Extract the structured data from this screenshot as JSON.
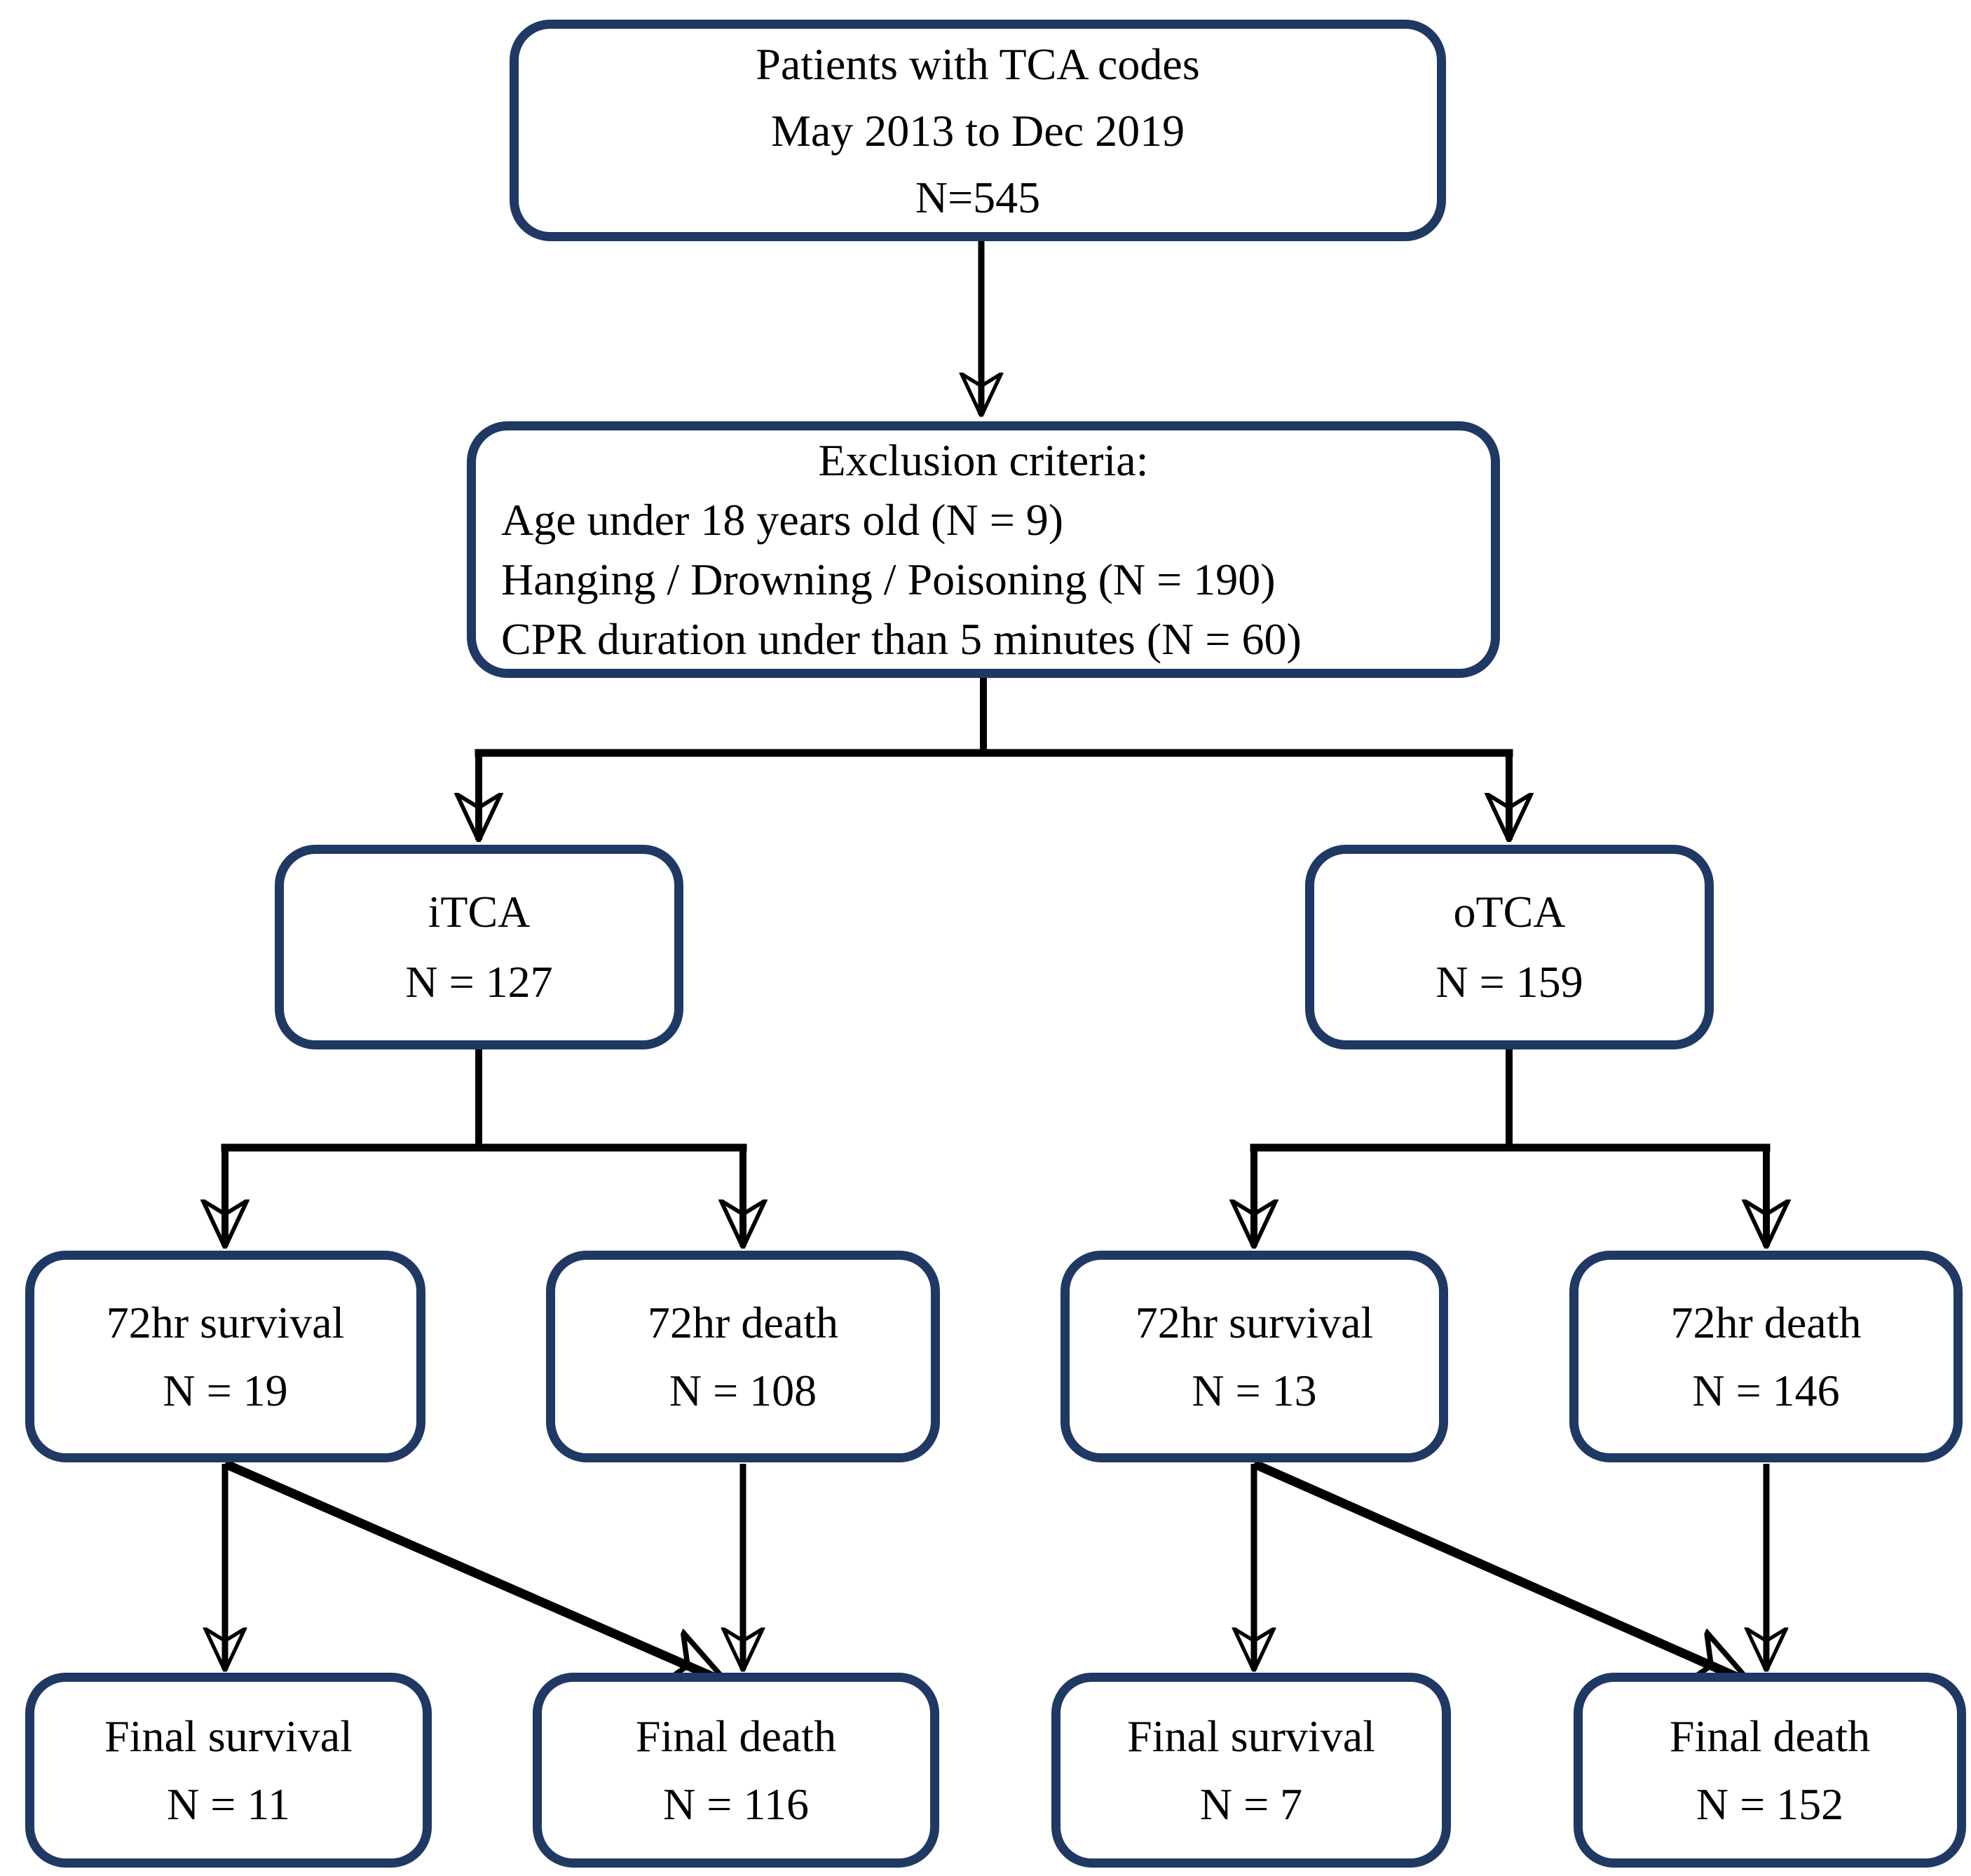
{
  "diagram": {
    "type": "flowchart",
    "box_border_color": "#1f3864",
    "arrow_color": "#000000",
    "nodes": {
      "source": {
        "lines": [
          "Patients with TCA codes",
          "May 2013 to Dec 2019",
          "N=545"
        ]
      },
      "exclusion": {
        "heading": "Exclusion criteria:",
        "items": [
          "Age under 18 years old (N = 9)",
          "Hanging / Drowning / Poisoning (N = 190)",
          "CPR duration under than 5 minutes (N = 60)"
        ]
      },
      "itca": {
        "label": "iTCA",
        "count": "N = 127"
      },
      "otca": {
        "label": "oTCA",
        "count": "N = 159"
      },
      "itca_72hr_survival": {
        "label": "72hr survival",
        "count": "N = 19"
      },
      "itca_72hr_death": {
        "label": "72hr death",
        "count": "N = 108"
      },
      "otca_72hr_survival": {
        "label": "72hr survival",
        "count": "N = 13"
      },
      "otca_72hr_death": {
        "label": "72hr death",
        "count": "N = 146"
      },
      "itca_final_survival": {
        "label": "Final survival",
        "count": "N = 11"
      },
      "itca_final_death": {
        "label": "Final death",
        "count": "N = 116"
      },
      "otca_final_survival": {
        "label": "Final survival",
        "count": "N = 7"
      },
      "otca_final_death": {
        "label": "Final death",
        "count": "N = 152"
      }
    },
    "edges": [
      {
        "from": "source",
        "to": "exclusion"
      },
      {
        "from": "exclusion",
        "to": "itca"
      },
      {
        "from": "exclusion",
        "to": "otca"
      },
      {
        "from": "itca",
        "to": "itca_72hr_survival"
      },
      {
        "from": "itca",
        "to": "itca_72hr_death"
      },
      {
        "from": "otca",
        "to": "otca_72hr_survival"
      },
      {
        "from": "otca",
        "to": "otca_72hr_death"
      },
      {
        "from": "itca_72hr_survival",
        "to": "itca_final_survival"
      },
      {
        "from": "itca_72hr_survival",
        "to": "itca_final_death"
      },
      {
        "from": "itca_72hr_death",
        "to": "itca_final_death"
      },
      {
        "from": "otca_72hr_survival",
        "to": "otca_final_survival"
      },
      {
        "from": "otca_72hr_survival",
        "to": "otca_final_death"
      },
      {
        "from": "otca_72hr_death",
        "to": "otca_final_death"
      }
    ]
  }
}
